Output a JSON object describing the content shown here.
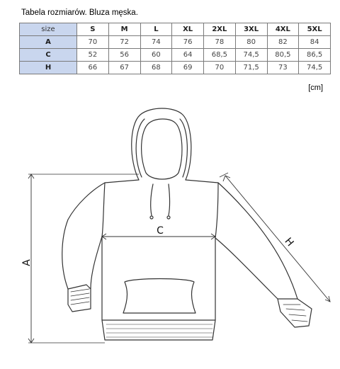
{
  "title": "Tabela rozmiarów. Bluza męska.",
  "table": {
    "header_label": "size",
    "columns": [
      "S",
      "M",
      "L",
      "XL",
      "2XL",
      "3XL",
      "4XL",
      "5XL"
    ],
    "rows": [
      {
        "label": "A",
        "values": [
          "70",
          "72",
          "74",
          "76",
          "78",
          "80",
          "82",
          "84"
        ]
      },
      {
        "label": "C",
        "values": [
          "52",
          "56",
          "60",
          "64",
          "68,5",
          "74,5",
          "80,5",
          "86,5"
        ]
      },
      {
        "label": "H",
        "values": [
          "66",
          "67",
          "68",
          "69",
          "70",
          "71,5",
          "73",
          "74,5"
        ]
      }
    ]
  },
  "unit": "[cm]",
  "diagram": {
    "label_a": "A",
    "label_c": "C",
    "label_h": "H",
    "icon": "hoodie-outline"
  }
}
